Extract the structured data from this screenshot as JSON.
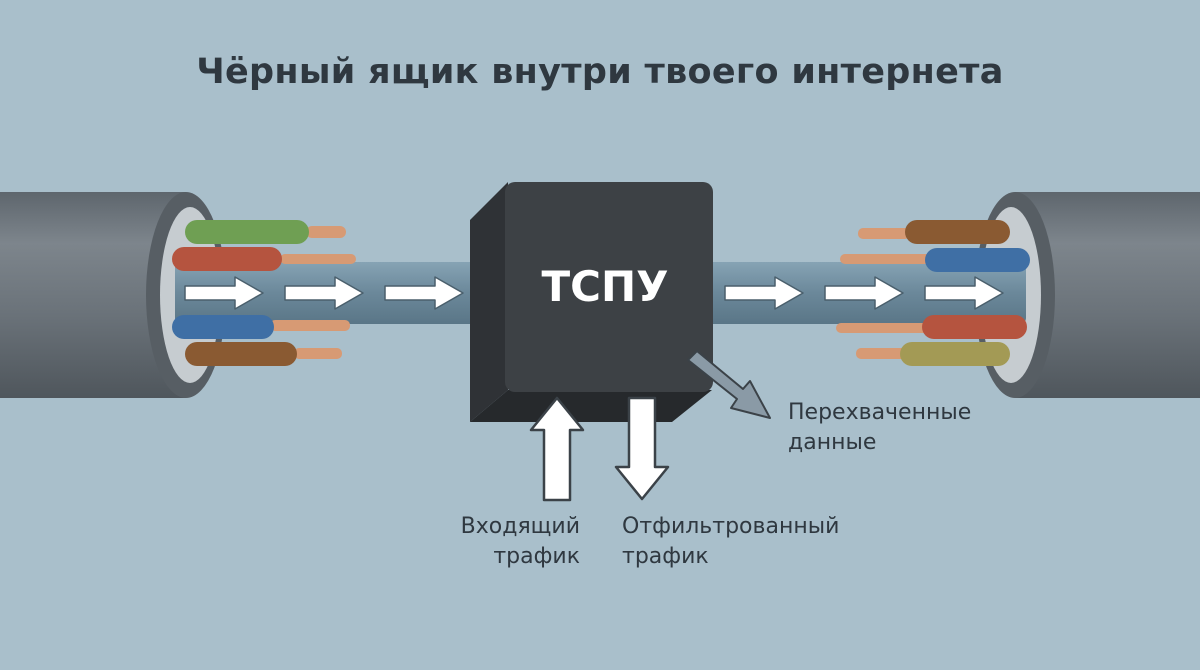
{
  "title": "Чёрный ящик внутри твоего интернета",
  "box": {
    "label": "ТСПУ"
  },
  "labels": {
    "incoming_line1": "Входящий",
    "incoming_line2": "трафик",
    "filtered_line1": "Отфильтрованный",
    "filtered_line2": "трафик",
    "intercepted_line1": "Перехваченные",
    "intercepted_line2": "данные"
  },
  "colors": {
    "background": "#a9bfcb",
    "cable_sheath": "#6f777e",
    "box": "#3d4145",
    "flow_tube": "#6e8b9d",
    "arrow": "#ffffff",
    "wire_green": "#6f9f53",
    "wire_red": "#b5543f",
    "wire_blue": "#3f6fa5",
    "wire_brown": "#8a5a32",
    "wire_olive": "#a39a55",
    "copper": "#d79a74"
  },
  "icons": [
    "right-arrow-icon",
    "up-arrow-icon",
    "down-arrow-icon",
    "diagonal-arrow-icon"
  ]
}
